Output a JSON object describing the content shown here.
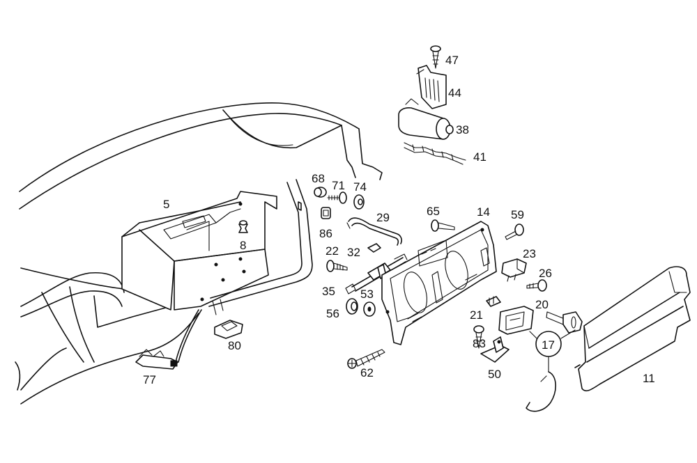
{
  "diagram": {
    "part_numbers": {
      "p5": "5",
      "p8": "8",
      "p11": "11",
      "p14": "14",
      "p17": "17",
      "p20": "20",
      "p21": "21",
      "p22": "22",
      "p23": "23",
      "p26": "26",
      "p29": "29",
      "p32": "32",
      "p35": "35",
      "p38": "38",
      "p41": "41",
      "p44": "44",
      "p47": "47",
      "p50": "50",
      "p53": "53",
      "p56": "56",
      "p59": "59",
      "p62": "62",
      "p65": "65",
      "p68": "68",
      "p71": "71",
      "p74": "74",
      "p77": "77",
      "p80": "80",
      "p83": "83",
      "p86": "86"
    }
  }
}
